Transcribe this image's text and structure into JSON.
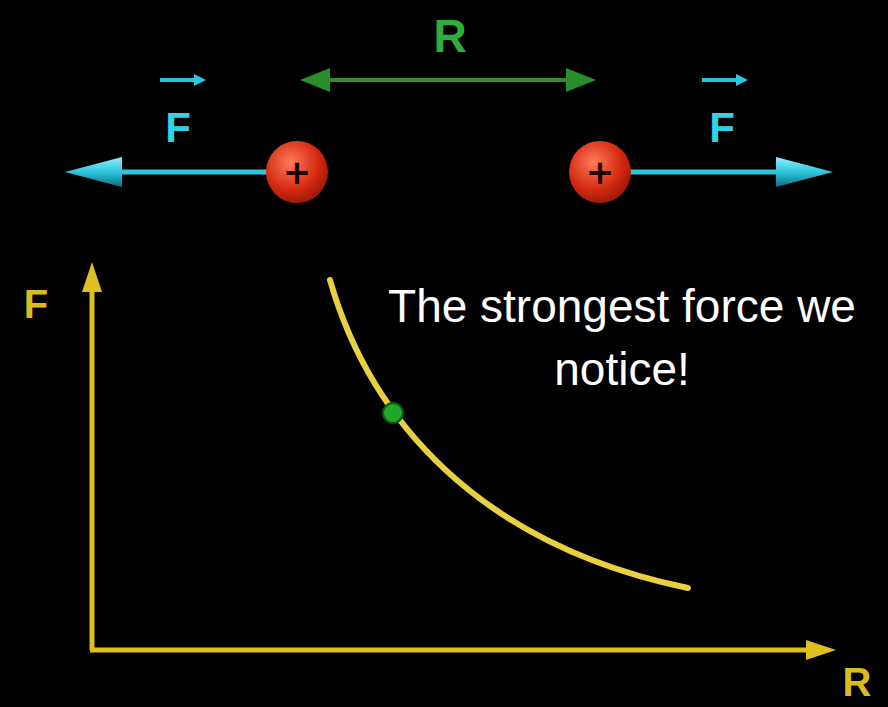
{
  "diagram": {
    "nodes": [
      {
        "text": [
          "+"
        ]
      },
      {
        "text": [
          "+"
        ]
      }
    ],
    "labels": [
      "R",
      "F",
      "F",
      "F",
      "The strongest force we notice!",
      "R"
    ]
  }
}
